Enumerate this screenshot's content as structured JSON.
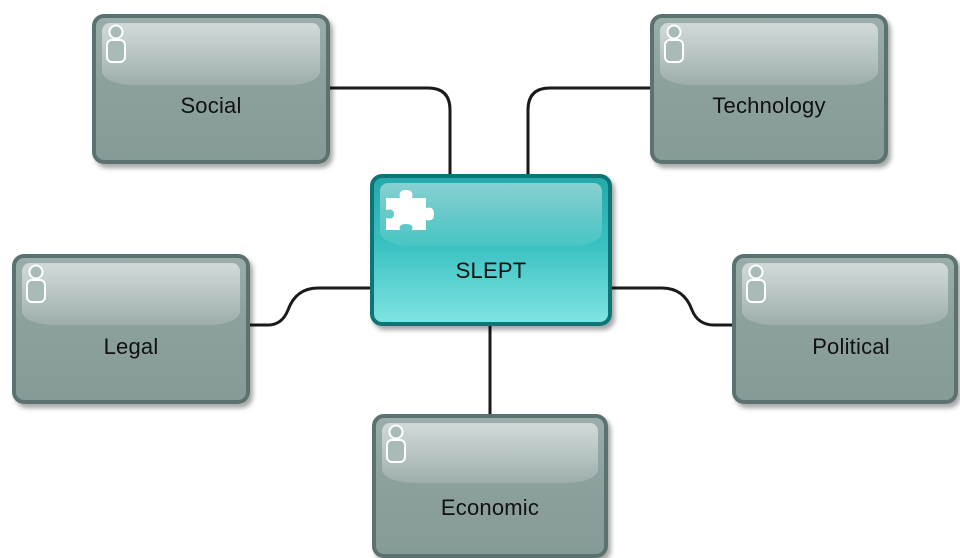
{
  "diagram": {
    "center": {
      "label": "SLEPT",
      "icon": "puzzle-icon"
    },
    "nodes": [
      {
        "id": "social",
        "label": "Social",
        "icon": "person-icon"
      },
      {
        "id": "technology",
        "label": "Technology",
        "icon": "person-icon"
      },
      {
        "id": "legal",
        "label": "Legal",
        "icon": "person-icon"
      },
      {
        "id": "political",
        "label": "Political",
        "icon": "person-icon"
      },
      {
        "id": "economic",
        "label": "Economic",
        "icon": "person-icon"
      }
    ],
    "colors": {
      "node_fill": "#8ca09d",
      "node_border": "#5b7270",
      "center_fill": "#38c0c0",
      "center_border": "#0e7476",
      "connector": "#1a1a1a"
    }
  }
}
